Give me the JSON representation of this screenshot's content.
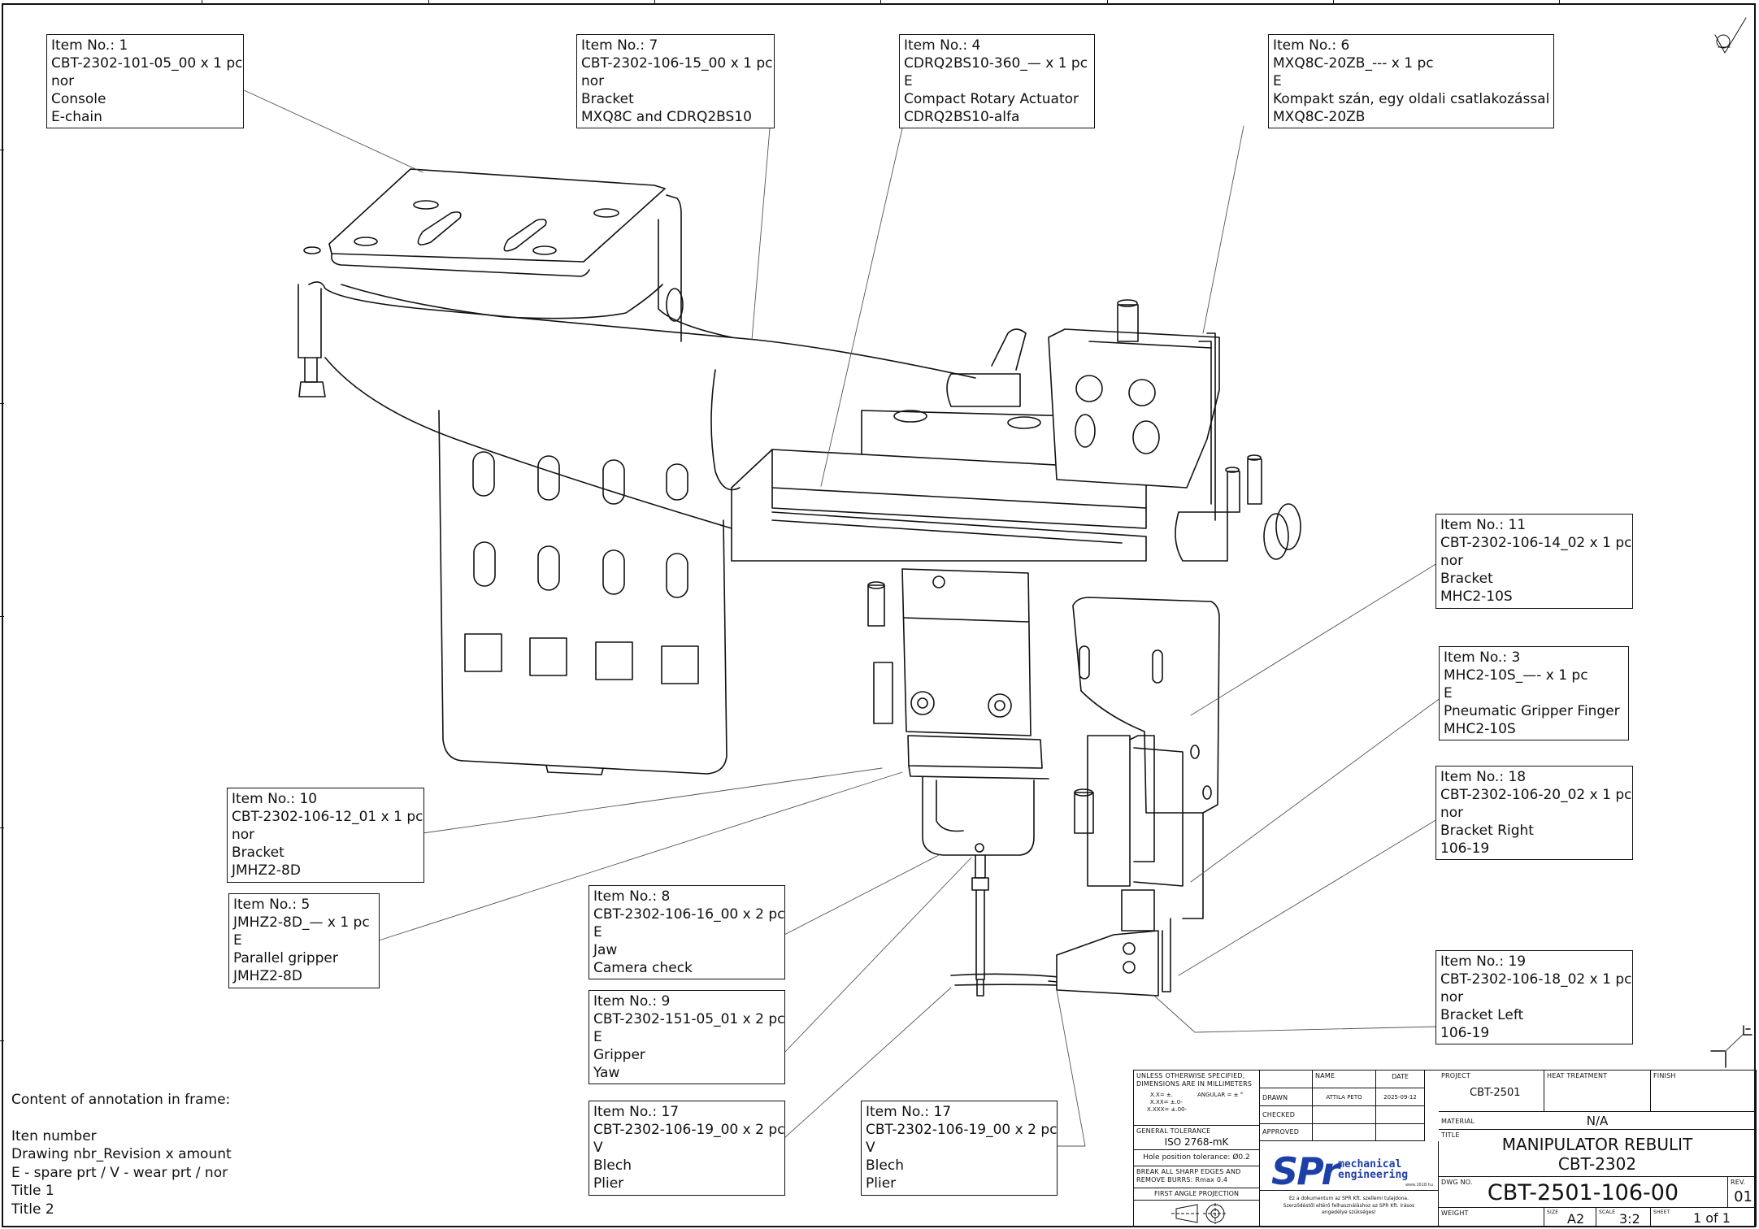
{
  "callouts": [
    {
      "id": "item-1",
      "lines": [
        "Item No.: 1",
        "CBT-2302-101-05_00 x 1 pc",
        "nor",
        "Console",
        "E-chain"
      ]
    },
    {
      "id": "item-7",
      "lines": [
        "Item No.: 7",
        "CBT-2302-106-15_00 x 1 pc",
        "nor",
        "Bracket",
        "MXQ8C and CDRQ2BS10"
      ]
    },
    {
      "id": "item-4",
      "lines": [
        "Item No.: 4",
        "CDRQ2BS10-360_— x 1 pc",
        "E",
        "Compact Rotary Actuator",
        "CDRQ2BS10-alfa"
      ]
    },
    {
      "id": "item-6",
      "lines": [
        "Item No.: 6",
        "MXQ8C-20ZB_--- x 1 pc",
        "E",
        "Kompakt szán, egy oldali csatlakozással",
        "MXQ8C-20ZB"
      ]
    },
    {
      "id": "item-11",
      "lines": [
        "Item No.: 11",
        "CBT-2302-106-14_02 x 1 pc",
        "nor",
        "Bracket",
        "MHC2-10S"
      ]
    },
    {
      "id": "item-3",
      "lines": [
        "Item No.: 3",
        "MHC2-10S_—- x 1 pc",
        "E",
        "Pneumatic Gripper Finger",
        "MHC2-10S"
      ]
    },
    {
      "id": "item-18",
      "lines": [
        "Item No.: 18",
        "CBT-2302-106-20_02 x 1 pc",
        "nor",
        "Bracket Right",
        "106-19"
      ]
    },
    {
      "id": "item-19",
      "lines": [
        "Item No.: 19",
        "CBT-2302-106-18_02 x 1 pc",
        "nor",
        "Bracket Left",
        "106-19"
      ]
    },
    {
      "id": "item-10",
      "lines": [
        "Item No.: 10",
        "CBT-2302-106-12_01 x 1 pc",
        "nor",
        "Bracket",
        "JMHZ2-8D"
      ]
    },
    {
      "id": "item-5",
      "lines": [
        "Item No.: 5",
        "JMHZ2-8D_— x 1 pc",
        "E",
        "Parallel gripper",
        "JMHZ2-8D"
      ]
    },
    {
      "id": "item-8",
      "lines": [
        "Item No.: 8",
        "CBT-2302-106-16_00 x 2 pc",
        "E",
        "Jaw",
        "Camera check"
      ]
    },
    {
      "id": "item-9",
      "lines": [
        "Item No.: 9",
        "CBT-2302-151-05_01 x 2 pc",
        "E",
        "Gripper",
        "Yaw"
      ]
    },
    {
      "id": "item-17a",
      "lines": [
        "Item No.: 17",
        "CBT-2302-106-19_00 x 2 pc",
        "V",
        "Blech",
        "Plier"
      ]
    },
    {
      "id": "item-17b",
      "lines": [
        "Item No.: 17",
        "CBT-2302-106-19_00 x 2 pc",
        "V",
        "Blech",
        "Plier"
      ]
    }
  ],
  "legend": {
    "heading": "Content of annotation in frame:",
    "lines": [
      "Iten number",
      "Drawing nbr_Revision x amount",
      "E - spare prt / V - wear prt / nor",
      "Title 1",
      "Title 2"
    ]
  },
  "title_block": {
    "units_note_1": "UNLESS OTHERWISE SPECIFIED,",
    "units_note_2": "DIMENSIONS ARE IN MILLIMETERS",
    "tol_x1": "X.X= ±.",
    "tol_x2": "X.XX= ±.0-",
    "tol_x3": "X.XXX= ±.00-",
    "tol_angular": "ANGULAR = ± °",
    "general_tolerance_label": "GENERAL TOLERANCE",
    "general_tolerance_value": "ISO 2768-mK",
    "hole_tolerance": "Hole position tolerance: Ø0.2",
    "edges_note_1": "BREAK ALL SHARP EDGES AND",
    "edges_note_2": "REMOVE BURRS: Rmax 0.4",
    "projection": "FIRST ANGLE PROJECTION",
    "name_header": "NAME",
    "date_header": "DATE",
    "drawn_label": "DRAWN",
    "drawn_name": "ATTILA PETO",
    "drawn_date": "2025-09-12",
    "checked_label": "CHECKED",
    "approved_label": "APPROVED",
    "logo_main": "SPr",
    "logo_line1": "mechanical",
    "logo_line2": "engineering",
    "logo_url": "www.1618.hu",
    "ownership_1": "Ez a dokumentum az SPR Kft. szellemi tulajdona.",
    "ownership_2": "Szerződéstől eltérő felhasználáshoz az SPR Kft. írásos",
    "ownership_3": "engedélye szükséges!",
    "project_label": "PROJECT",
    "project_value": "CBT-2501",
    "heat_label": "HEAT TREATMENT",
    "finish_label": "FINISH",
    "material_label": "MATERIAL",
    "material_value": "N/A",
    "title_label": "TITLE",
    "title_line1": "MANIPULATOR REBULIT",
    "title_line2": "CBT-2302",
    "dwg_label": "DWG NO.",
    "dwg_value": "CBT-2501-106-00",
    "rev_label": "REV.",
    "rev_value": "01",
    "weight_label": "WEIGHT",
    "size_label": "SIZE",
    "size_value": "A2",
    "scale_label": "SCALE",
    "scale_value": "3:2",
    "sheet_label": "SHEET",
    "sheet_value": "1 of 1"
  },
  "icons": {
    "surface_finish": "surface-finish-symbol",
    "projection": "first-angle-projection-symbol",
    "orientation": "view-orientation-triad"
  },
  "colors": {
    "brand": "#1d3fa8",
    "line": "#111111"
  }
}
